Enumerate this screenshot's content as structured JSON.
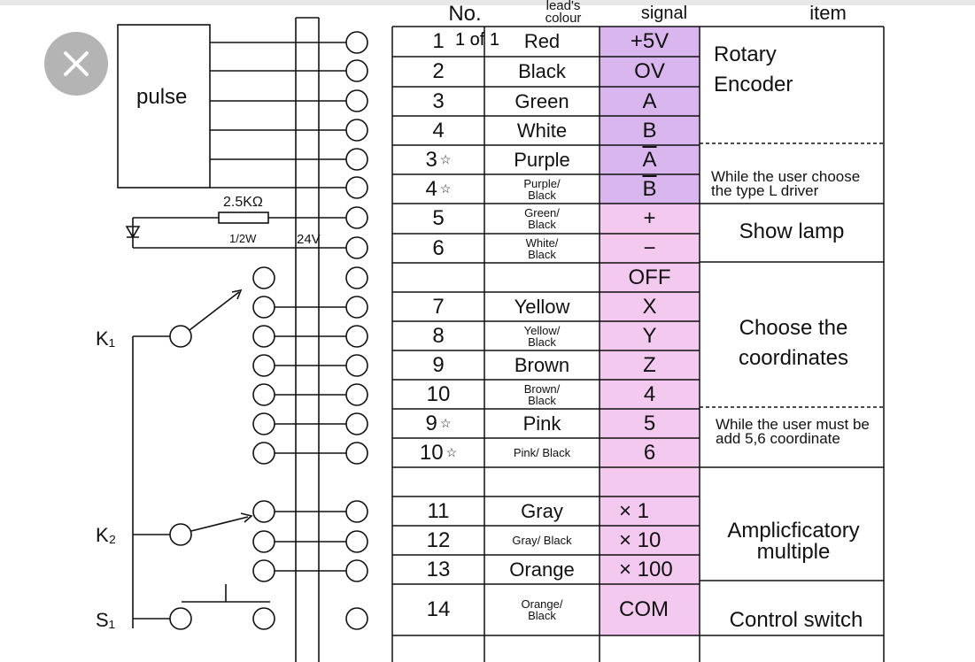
{
  "viewer": {
    "counter": "1 of 1"
  },
  "headers": {
    "no": "No.",
    "colour": "lead's colour",
    "signal": "signal",
    "item": "item"
  },
  "rows": [
    {
      "no": "1",
      "star": "",
      "colour": "Red",
      "signal": "+5V"
    },
    {
      "no": "2",
      "star": "",
      "colour": "Black",
      "signal": "OV"
    },
    {
      "no": "3",
      "star": "",
      "colour": "Green",
      "signal": "A"
    },
    {
      "no": "4",
      "star": "",
      "colour": "White",
      "signal": "B"
    },
    {
      "no": "3",
      "star": "☆",
      "colour": "Purple",
      "signal": "A"
    },
    {
      "no": "4",
      "star": "☆",
      "colour": "Purple/ Black",
      "signal": "B"
    },
    {
      "no": "5",
      "star": "",
      "colour": "Green/ Black",
      "signal": "+"
    },
    {
      "no": "6",
      "star": "",
      "colour": "White/ Black",
      "signal": "−"
    },
    {
      "no": "",
      "star": "",
      "colour": "",
      "signal": "OFF"
    },
    {
      "no": "7",
      "star": "",
      "colour": "Yellow",
      "signal": "X"
    },
    {
      "no": "8",
      "star": "",
      "colour": "Yellow/ Black",
      "signal": "Y"
    },
    {
      "no": "9",
      "star": "",
      "colour": "Brown",
      "signal": "Z"
    },
    {
      "no": "10",
      "star": "",
      "colour": "Brown/ Black",
      "signal": "4"
    },
    {
      "no": "9",
      "star": "☆",
      "colour": "Pink",
      "signal": "5"
    },
    {
      "no": "10",
      "star": "☆",
      "colour": "Pink/ Black",
      "signal": "6"
    },
    {
      "no": "",
      "star": "",
      "colour": "",
      "signal": ""
    },
    {
      "no": "11",
      "star": "",
      "colour": "Gray",
      "signal": "× 1"
    },
    {
      "no": "12",
      "star": "",
      "colour": "Gray/ Black",
      "signal": "× 10"
    },
    {
      "no": "13",
      "star": "",
      "colour": "Orange",
      "signal": "× 100"
    },
    {
      "no": "14",
      "star": "",
      "colour": "Orange/ Black",
      "signal": "COM"
    }
  ],
  "items": {
    "rotary_encoder": "Rotary Encoder",
    "type_l_note": "While the user choose the type L driver",
    "show_lamp": "Show lamp",
    "choose_coordinates": "Choose the coordinates",
    "coord_note": "While the user must be add 5,6 coordinate",
    "amplificatory": "Amplicficatory multiple",
    "control_switch": "Control switch"
  },
  "diagram": {
    "pulse": "pulse",
    "resistor": "2.5KΩ",
    "power": "1/2W",
    "voltage": "24V",
    "k1": "K₁",
    "k2": "K₂",
    "s1": "S₁"
  },
  "colors": {
    "encoder_signal": "#d9b7ee",
    "other_signal": "#f3c9f0",
    "close": "#b4b4b4"
  },
  "icons": {
    "close": "close-icon"
  }
}
